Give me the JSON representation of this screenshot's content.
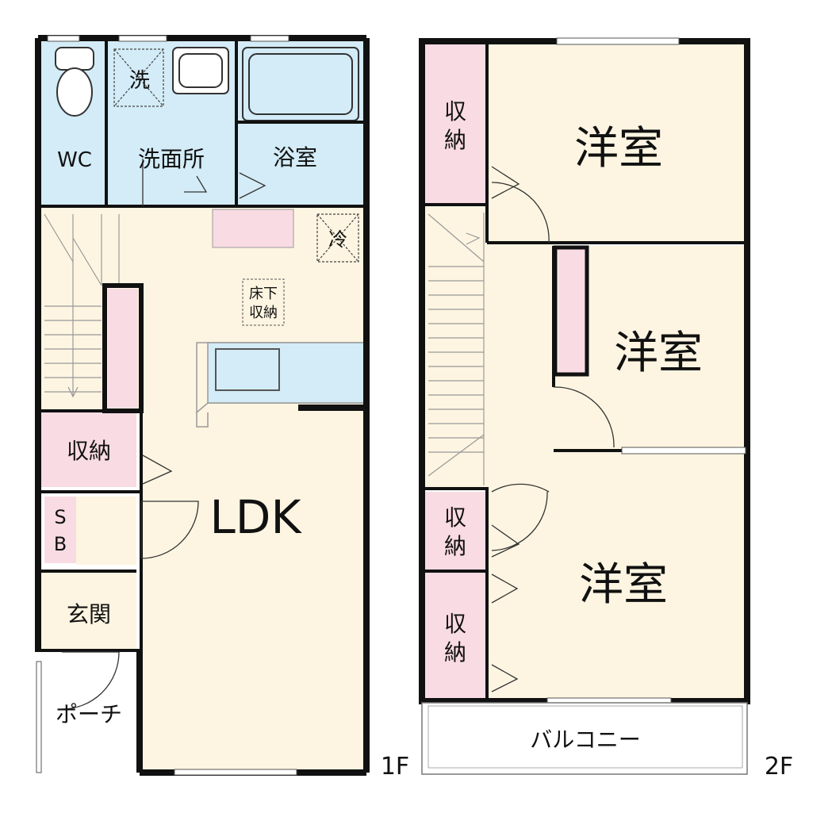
{
  "floors": {
    "first": {
      "label": "1F",
      "rooms": {
        "wc": "WC",
        "wash_room": "洗面所",
        "washer": "洗",
        "bath": "浴室",
        "fridge": "冷",
        "underfloor_l1": "床下",
        "underfloor_l2": "収納",
        "storage": "収納",
        "sb_s": "S",
        "sb_b": "B",
        "entrance": "玄関",
        "porch": "ポーチ",
        "ldk": "LDK"
      }
    },
    "second": {
      "label": "2F",
      "rooms": {
        "storage_top_1": "収",
        "storage_top_2": "納",
        "room1": "洋室",
        "room2": "洋室",
        "room3": "洋室",
        "storage_mid_1": "収",
        "storage_mid_2": "納",
        "storage_bot_1": "収",
        "storage_bot_2": "納",
        "balcony": "バルコニー"
      }
    }
  },
  "colors": {
    "wet_area": "#d3ecf7",
    "living": "#fdf5e1",
    "storage": "#f9dbe3",
    "wall": "#111111"
  }
}
